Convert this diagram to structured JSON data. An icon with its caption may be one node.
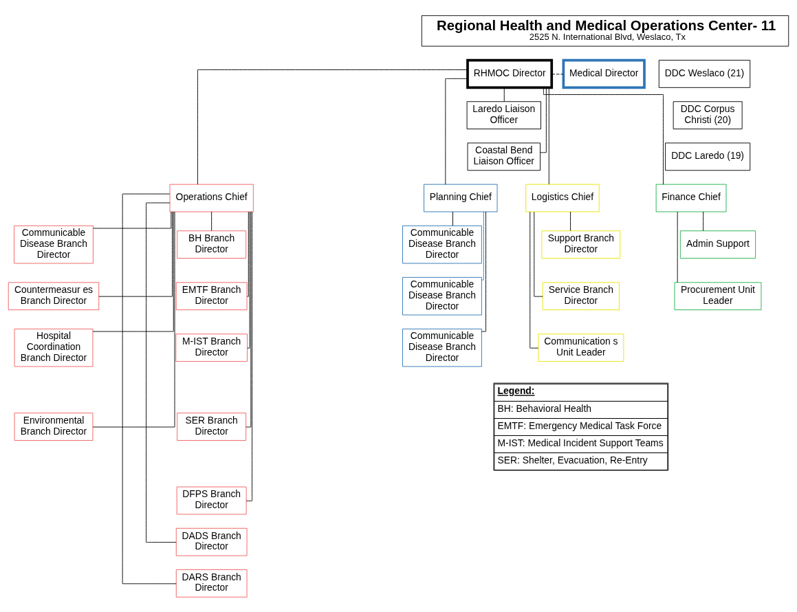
{
  "diagram": {
    "nodes": [
      {
        "text": [
          "Regional Health and Medical Operations Center- 11",
          "2525 N. International Blvd, Weslaco, Tx"
        ]
      },
      {
        "text": [
          "RHMOC Director"
        ]
      },
      {
        "text": [
          "Medical Director"
        ]
      },
      {
        "text": [
          "Laredo Liaison Officer"
        ]
      },
      {
        "text": [
          "Coastal Bend Liaison Officer"
        ]
      },
      {
        "text": [
          "DDC Weslaco (21)"
        ]
      },
      {
        "text": [
          "DDC Corpus Christi (20)"
        ]
      },
      {
        "text": [
          "DDC Laredo (19)"
        ]
      },
      {
        "text": [
          "Operations Chief"
        ]
      },
      {
        "text": [
          "Planning Chief"
        ]
      },
      {
        "text": [
          "Logistics Chief"
        ]
      },
      {
        "text": [
          "Finance Chief"
        ]
      },
      {
        "text": [
          "Communicable Disease Branch Director"
        ]
      },
      {
        "text": [
          "Countermeasur es Branch Director"
        ]
      },
      {
        "text": [
          "Hospital Coordination Branch Director"
        ]
      },
      {
        "text": [
          "Environmental Branch Director"
        ]
      },
      {
        "text": [
          "BH Branch Director"
        ]
      },
      {
        "text": [
          "EMTF Branch Director"
        ]
      },
      {
        "text": [
          "M-IST Branch Director"
        ]
      },
      {
        "text": [
          "SER Branch Director"
        ]
      },
      {
        "text": [
          "DFPS Branch Director"
        ]
      },
      {
        "text": [
          "DADS Branch Director"
        ]
      },
      {
        "text": [
          "DARS Branch Director"
        ]
      },
      {
        "text": [
          "Communicable Disease Branch Director"
        ]
      },
      {
        "text": [
          "Communicable Disease Branch Director"
        ]
      },
      {
        "text": [
          "Communicable Disease Branch Director"
        ]
      },
      {
        "text": [
          "Support Branch Director"
        ]
      },
      {
        "text": [
          "Service Branch Director"
        ]
      },
      {
        "text": [
          "Communication s Unit Leader"
        ]
      },
      {
        "text": [
          "Admin Support"
        ]
      },
      {
        "text": [
          "Procurement Unit Leader"
        ]
      }
    ],
    "edges": [
      {
        "from": 1,
        "to": 2,
        "arrow": "none",
        "style": "dashed"
      },
      {
        "from": 1,
        "to": 3,
        "arrow": "none"
      },
      {
        "from": 1,
        "to": 4,
        "arrow": "none"
      },
      {
        "from": 1,
        "to": 8,
        "arrow": "none"
      },
      {
        "from": 1,
        "to": 9,
        "arrow": "none"
      },
      {
        "from": 1,
        "to": 10,
        "arrow": "none"
      },
      {
        "from": 1,
        "to": 11,
        "arrow": "none"
      },
      {
        "from": 8,
        "to": 12,
        "arrow": "none"
      },
      {
        "from": 8,
        "to": 13,
        "arrow": "none"
      },
      {
        "from": 8,
        "to": 14,
        "arrow": "none"
      },
      {
        "from": 8,
        "to": 15,
        "arrow": "none"
      },
      {
        "from": 8,
        "to": 16,
        "arrow": "none"
      },
      {
        "from": 8,
        "to": 17,
        "arrow": "none"
      },
      {
        "from": 8,
        "to": 18,
        "arrow": "none"
      },
      {
        "from": 8,
        "to": 19,
        "arrow": "none"
      },
      {
        "from": 8,
        "to": 20,
        "arrow": "none"
      },
      {
        "from": 8,
        "to": 21,
        "arrow": "none"
      },
      {
        "from": 8,
        "to": 22,
        "arrow": "none"
      },
      {
        "from": 9,
        "to": 23,
        "arrow": "none"
      },
      {
        "from": 9,
        "to": 24,
        "arrow": "none",
        "color": "#2e75b6"
      },
      {
        "from": 9,
        "to": 25,
        "arrow": "none"
      },
      {
        "from": 10,
        "to": 26,
        "arrow": "none"
      },
      {
        "from": 10,
        "to": 27,
        "arrow": "none"
      },
      {
        "from": 10,
        "to": 28,
        "arrow": "none"
      },
      {
        "from": 11,
        "to": 29,
        "arrow": "none"
      },
      {
        "from": 11,
        "to": 30,
        "arrow": "none"
      }
    ],
    "labels": [
      "Legend:",
      "BH: Behavioral Health",
      "EMTF: Emergency Medical Task Force",
      "M-IST: Medical Incident Support Teams",
      "SER: Shelter, Evacuation, Re-Entry"
    ]
  }
}
